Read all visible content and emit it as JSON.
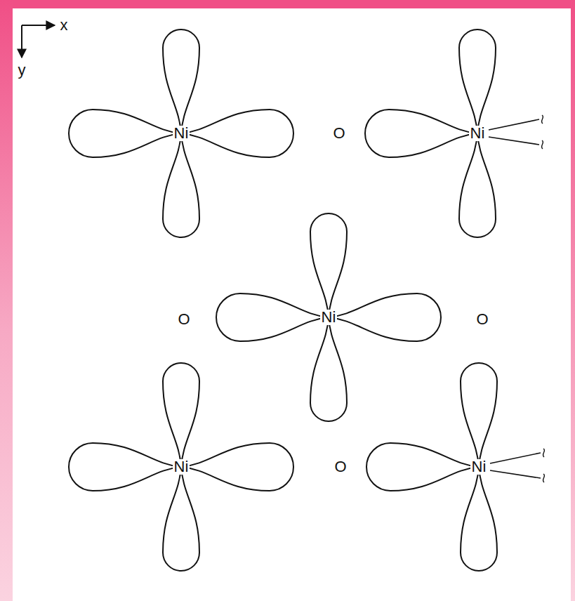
{
  "diagram": {
    "nodes": [
      {
        "text": [
          "Ni"
        ]
      },
      {
        "text": [
          "Ni"
        ]
      },
      {
        "text": [
          "Ni"
        ]
      },
      {
        "text": [
          "Ni"
        ]
      },
      {
        "text": [
          "Ni"
        ]
      }
    ],
    "labels": [
      "x",
      "y",
      "O",
      "O",
      "O",
      "O"
    ]
  }
}
